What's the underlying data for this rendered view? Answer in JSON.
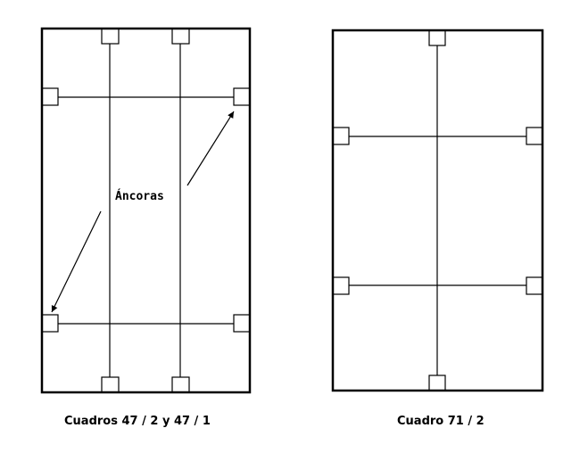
{
  "diagrams": {
    "left": {
      "annotation": "Áncoras",
      "caption": "Cuadros 47 / 2 y 47 / 1"
    },
    "right": {
      "caption": "Cuadro 71 / 2"
    }
  }
}
